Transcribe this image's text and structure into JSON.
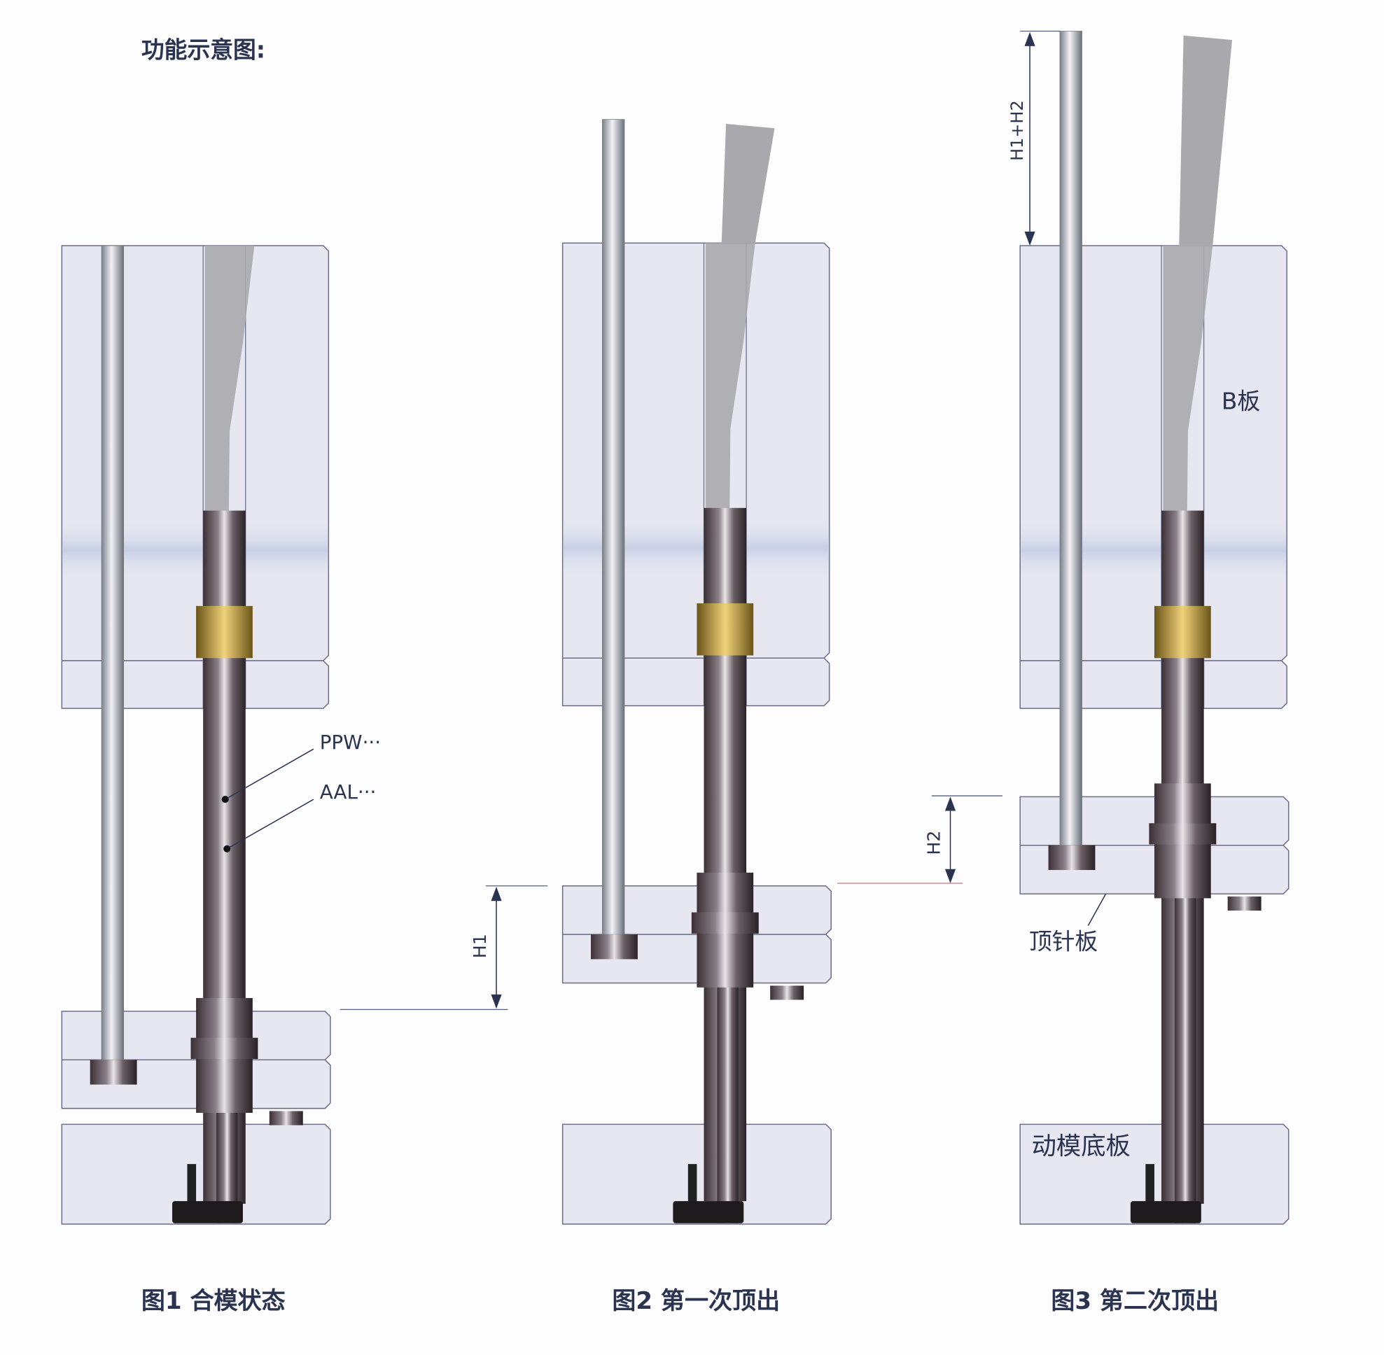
{
  "title": "功能示意图:",
  "labels": {
    "ppw": "PPW···",
    "aal": "AAL···",
    "h1": "H1",
    "h2": "H2",
    "h1h2": "H1+H2",
    "b_plate": "B板",
    "ejector_plate": "顶针板",
    "bottom_plate": "动模底板"
  },
  "figures": [
    {
      "caption": "图1  合模状态"
    },
    {
      "caption": "图2 第一次顶出"
    },
    {
      "caption": "图3 第二次顶出"
    }
  ],
  "colors": {
    "plate": "#e6e7f0",
    "plate_stroke": "#6a6f8c",
    "bushing": "#c9a43a",
    "steel": "#5a5258",
    "text": "#2a3350"
  }
}
